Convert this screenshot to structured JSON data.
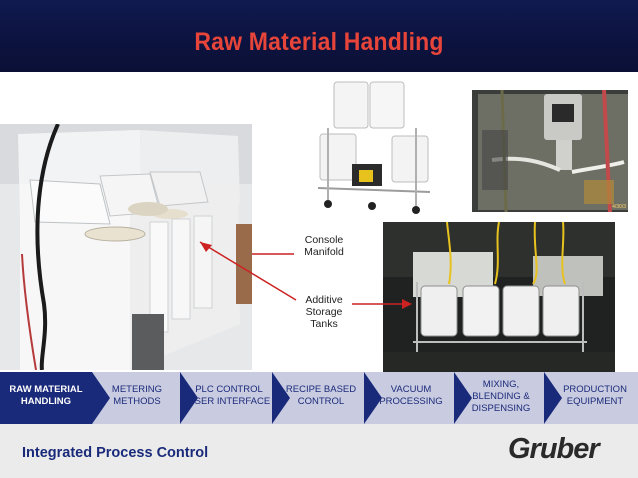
{
  "header": {
    "title": "Raw Material Handling"
  },
  "photos": {
    "storage_cabinet": {
      "icon": "storage-cabinet-photo"
    },
    "tank_cart": {
      "icon": "tank-cart-photo"
    },
    "manifold_closeup": {
      "icon": "manifold-closeup-photo",
      "date_stamp": "4/30/3"
    },
    "tanks_station": {
      "icon": "storage-tanks-photo"
    }
  },
  "callouts": {
    "console_manifold": [
      "Console",
      "Manifold"
    ],
    "additive_tanks": [
      "Additive",
      "Storage",
      "Tanks"
    ]
  },
  "nav": {
    "tabs": [
      {
        "lines": [
          "RAW MATERIAL",
          "HANDLING"
        ],
        "active": true
      },
      {
        "lines": [
          "METERING",
          "METHODS"
        ],
        "active": false
      },
      {
        "lines": [
          "PLC CONTROL",
          "USER INTERFACE"
        ],
        "active": false
      },
      {
        "lines": [
          "RECIPE BASED",
          "CONTROL"
        ],
        "active": false
      },
      {
        "lines": [
          "VACUUM",
          "PROCESSING"
        ],
        "active": false
      },
      {
        "lines": [
          "MIXING,",
          "BLENDING &",
          "DISPENSING"
        ],
        "active": false
      },
      {
        "lines": [
          "PRODUCTION",
          "EQUIPMENT"
        ],
        "active": false
      }
    ]
  },
  "footer": {
    "label": "Integrated Process Control",
    "logo_text": "Gruber"
  },
  "colors": {
    "title_red": "#e8453a",
    "navy": "#1a2a7a",
    "nav_bg": "#c9cce0",
    "footer_bg": "#ebebeb"
  }
}
